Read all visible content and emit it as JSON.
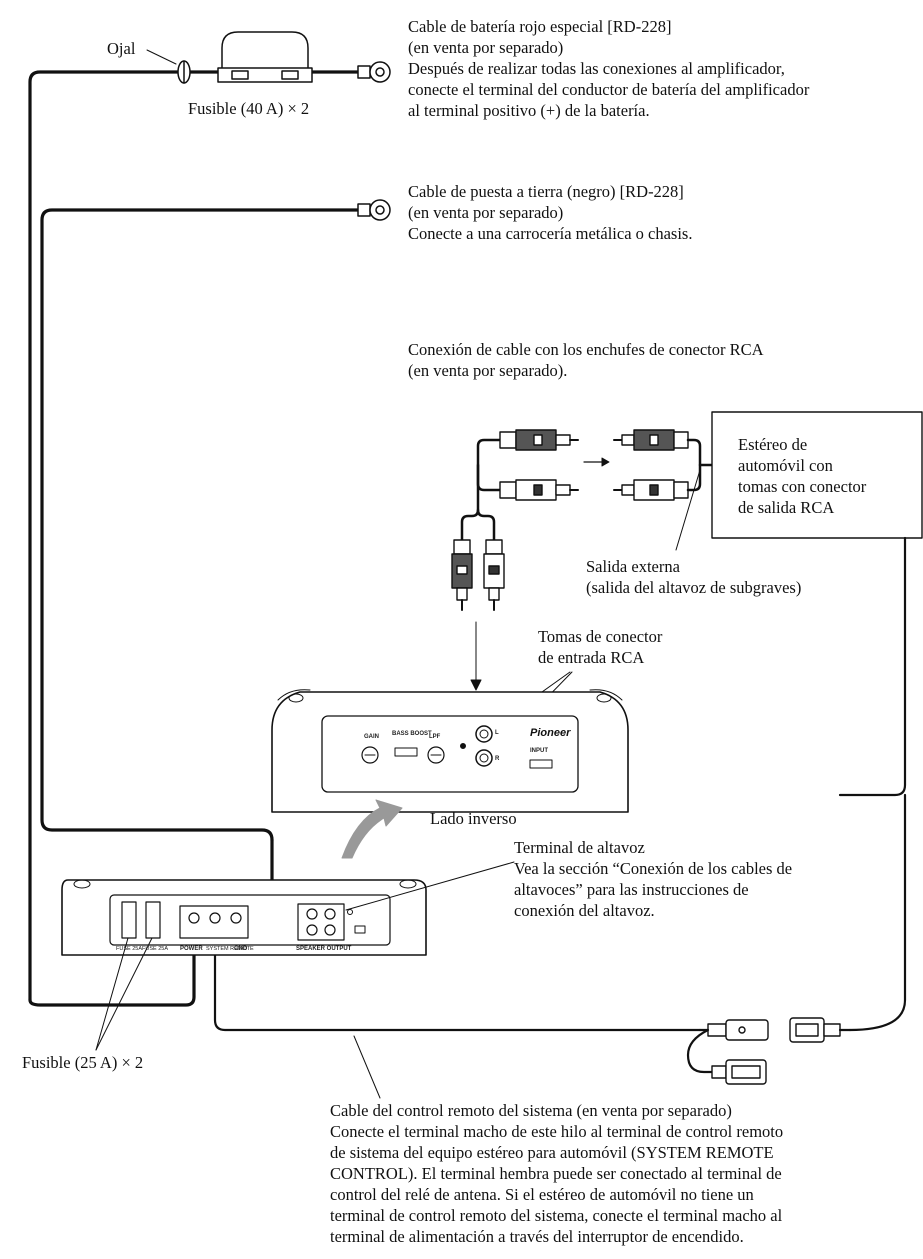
{
  "labels": {
    "ojal": "Ojal",
    "fuse40": "Fusible (40 A) × 2",
    "fuse25": "Fusible (25 A) × 2",
    "lado_inverso": "Lado inverso"
  },
  "battery_cable": {
    "lines": [
      "Cable de batería rojo especial [RD-228]",
      "(en venta por separado)",
      "Después de realizar todas las conexiones al amplificador,",
      "conecte el terminal del conductor de batería del amplificador",
      "al terminal positivo (+) de la batería."
    ]
  },
  "ground_cable": {
    "lines": [
      "Cable de puesta a tierra (negro) [RD-228]",
      "(en venta por separado)",
      "Conecte a una carrocería metálica o chasis."
    ]
  },
  "rca_cable": {
    "lines": [
      "Conexión de cable con los enchufes de conector RCA",
      "(en venta por separado)."
    ]
  },
  "stereo_box": {
    "lines": [
      "Estéreo de",
      "automóvil con",
      "tomas con conector",
      "de salida RCA"
    ]
  },
  "external_output": {
    "lines": [
      "Salida externa",
      "(salida del altavoz de subgraves)"
    ]
  },
  "rca_inputs": {
    "lines": [
      "Tomas de conector",
      "de entrada RCA"
    ]
  },
  "speaker_terminal": {
    "lines": [
      "Terminal de altavoz",
      "Vea la sección “Conexión de los cables de",
      "altavoces” para las instrucciones de",
      "conexión del altavoz."
    ]
  },
  "remote_cable": {
    "lines": [
      "Cable del control remoto del sistema (en venta por separado)",
      "Conecte el terminal macho de este hilo al terminal de control remoto",
      "de sistema del equipo estéreo para automóvil (SYSTEM REMOTE",
      "CONTROL). El terminal hembra puede ser conectado al terminal de",
      "control del relé de antena. Si el estéreo de automóvil no tiene un",
      "terminal de control remoto del sistema, conecte el terminal macho al",
      "terminal de alimentación a través del interruptor de encendido."
    ]
  },
  "amp_front_panel": {
    "gain": "GAIN",
    "bass_boost": "BASS BOOST",
    "lpf": "LPF",
    "input": "INPUT",
    "input_l": "L",
    "input_r": "R",
    "brand": "Pioneer"
  },
  "amp_rear_panel": {
    "fuse_a": "FUSE 25A",
    "fuse_b": "FUSE 25A",
    "power": "POWER",
    "system_remote": "SYSTEM REMOTE",
    "ground": "GND",
    "speaker_output": "SPEAKER OUTPUT"
  }
}
